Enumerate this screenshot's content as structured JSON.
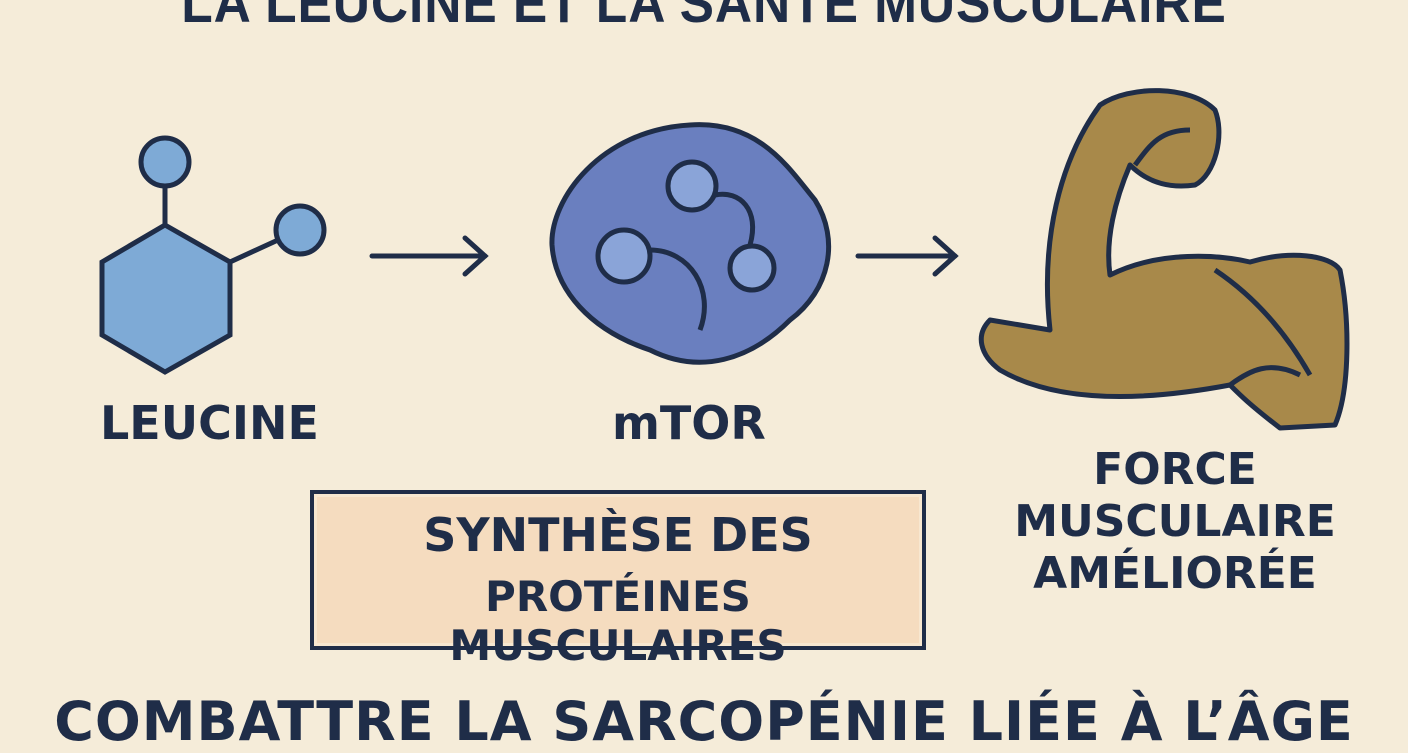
{
  "title": "LA LEUCINE ET LA SANTÉ MUSCULAIRE",
  "nodes": [
    {
      "label": "LEUCINE",
      "icon": "molecule-hexagon-icon"
    },
    {
      "label": "mTOR",
      "icon": "protein-complex-icon"
    },
    {
      "label": "FORCE\nMUSCULAIRE\nAMÉLIORÉE",
      "icon": "flexed-arm-icon"
    }
  ],
  "box": {
    "line1": "SYNTHÈSE DES",
    "line2": "PROTÉINES MUSCULAIRES"
  },
  "footer": "COMBATTRE LA SARCOPÉNIE LIÉE À L’ÂGE",
  "colors": {
    "background": "#f5ecd9",
    "ink": "#1f2d48",
    "leucine": "#7eaad6",
    "mtor": "#6a7fbf",
    "arm": "#a8894a",
    "box": "#f5dcbf"
  }
}
